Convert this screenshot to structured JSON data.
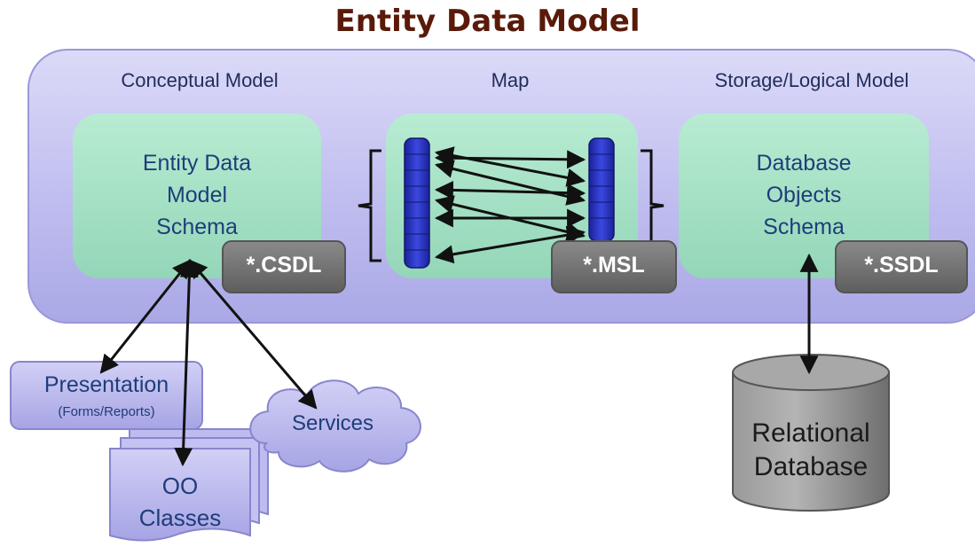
{
  "title": "Entity Data Model",
  "sections": {
    "conceptual": "Conceptual Model",
    "map": "Map",
    "storage": "Storage/Logical Model"
  },
  "boxes": {
    "edm_schema": [
      "Entity Data",
      "Model",
      "Schema"
    ],
    "db_schema": [
      "Database",
      "Objects",
      "Schema"
    ]
  },
  "tags": {
    "csdl": "*.CSDL",
    "msl": "*.MSL",
    "ssdl": "*.SSDL"
  },
  "clients": {
    "presentation": "Presentation",
    "presentation_sub": "(Forms/Reports)",
    "services": "Services",
    "oo_classes": [
      "OO",
      "Classes"
    ]
  },
  "database": [
    "Relational",
    "Database"
  ],
  "colors": {
    "title": "#5a1a0a",
    "panel": "#c8c6f2",
    "green_box": "#a6e0c6",
    "tag": "#7a7a7a",
    "client": "#b8b6ee",
    "db": "#8c8c8c",
    "column": "#2530b8"
  }
}
